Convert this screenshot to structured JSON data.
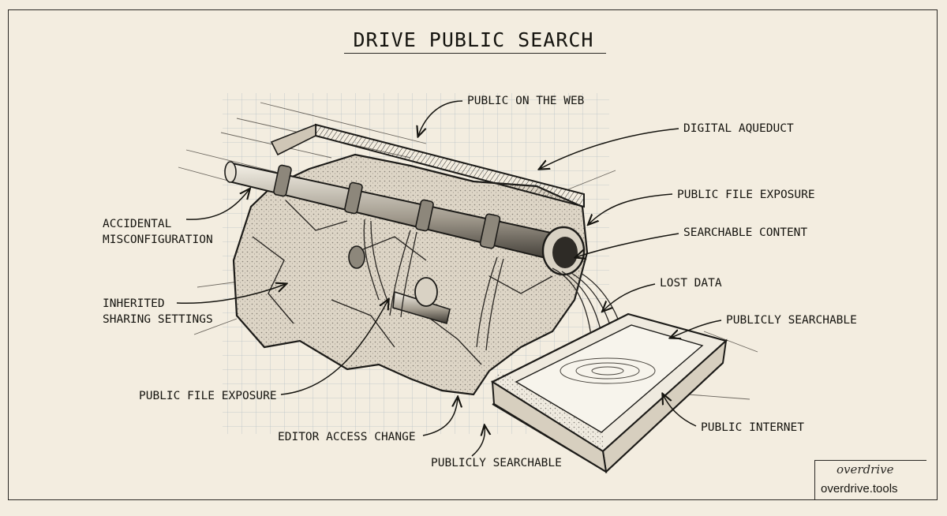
{
  "title": "DRIVE PUBLIC SEARCH",
  "labels": {
    "public_on_the_web": "PUBLIC ON THE WEB",
    "digital_aqueduct": "DIGITAL AQUEDUCT",
    "public_file_exposure_right": "PUBLIC FILE EXPOSURE",
    "searchable_content": "SEARCHABLE CONTENT",
    "lost_data": "LOST DATA",
    "publicly_searchable_right": "PUBLICLY SEARCHABLE",
    "public_internet": "PUBLIC INTERNET",
    "accidental_misconfiguration": "ACCIDENTAL\nMISCONFIGURATION",
    "inherited_sharing_settings": "INHERITED\nSHARING SETTINGS",
    "public_file_exposure_left": "PUBLIC FILE EXPOSURE",
    "editor_access_change": "EDITOR ACCESS CHANGE",
    "publicly_searchable_bottom": "PUBLICLY SEARCHABLE"
  },
  "signature": {
    "handwritten": "overdrive",
    "site": "overdrive.tools"
  },
  "colors": {
    "paper": "#f3ede0",
    "ink": "#15140f",
    "grid": "#b9c2c8"
  }
}
